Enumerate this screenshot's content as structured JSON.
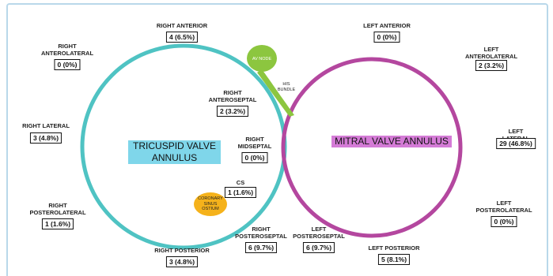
{
  "labels": {
    "tricuspid": "TRICUSPID VALVE\nANNULUS",
    "mitral": "MITRAL VALVE ANNULUS",
    "av_node": "AV NODE",
    "his_bundle": "HIS\nBUNDLE",
    "coronary_sinus_ostium": "CORONARY\nSINUS\nOSTIUM",
    "cs": "CS"
  },
  "locations": [
    {
      "id": "right-anterior",
      "name": "RIGHT ANTERIOR",
      "value": "4 (6.5%)"
    },
    {
      "id": "right-anterolateral",
      "name": "RIGHT\nANTEROLATERAL",
      "value": "0 (0%)"
    },
    {
      "id": "right-anteroseptal",
      "name": "RIGHT\nANTEROSEPTAL",
      "value": "2 (3.2%)"
    },
    {
      "id": "right-lateral",
      "name": "RIGHT LATERAL",
      "value": "3 (4.8%)"
    },
    {
      "id": "right-midseptal",
      "name": "RIGHT\nMIDSEPTAL",
      "value": "0 (0%)"
    },
    {
      "id": "cs",
      "name": "CS",
      "value": "1 (1.6%)"
    },
    {
      "id": "right-posterolateral",
      "name": "RIGHT\nPOSTEROLATERAL",
      "value": "1 (1.6%)"
    },
    {
      "id": "right-posteroseptal",
      "name": "RIGHT\nPOSTEROSEPTAL",
      "value": "6 (9.7%)"
    },
    {
      "id": "right-posterior",
      "name": "RIGHT POSTERIOR",
      "value": "3 (4.8%)"
    },
    {
      "id": "left-anterior",
      "name": "LEFT ANTERIOR",
      "value": "0 (0%)"
    },
    {
      "id": "left-anterolateral",
      "name": "LEFT ANTEROLATERAL",
      "value": "2 (3.2%)"
    },
    {
      "id": "left-lateral",
      "name": "LEFT LATERAL",
      "value": "29 (46.8%)"
    },
    {
      "id": "left-posterolateral",
      "name": "LEFT\nPOSTEROLATERAL",
      "value": "0 (0%)"
    },
    {
      "id": "left-posteroseptal",
      "name": "LEFT\nPOSTEROSEPTAL",
      "value": "6 (9.7%)"
    },
    {
      "id": "left-posterior",
      "name": "LEFT POSTERIOR",
      "value": "5 (8.1%)"
    }
  ],
  "colors": {
    "tricuspid_ring": "#4fc3c3",
    "mitral_ring": "#b4479f",
    "tricuspid_fill": "#7fd6ea",
    "mitral_fill": "#d47bd6",
    "av_node": "#8cc63f",
    "cs_ostium": "#f5b21b",
    "frame": "#b9d8ea"
  }
}
